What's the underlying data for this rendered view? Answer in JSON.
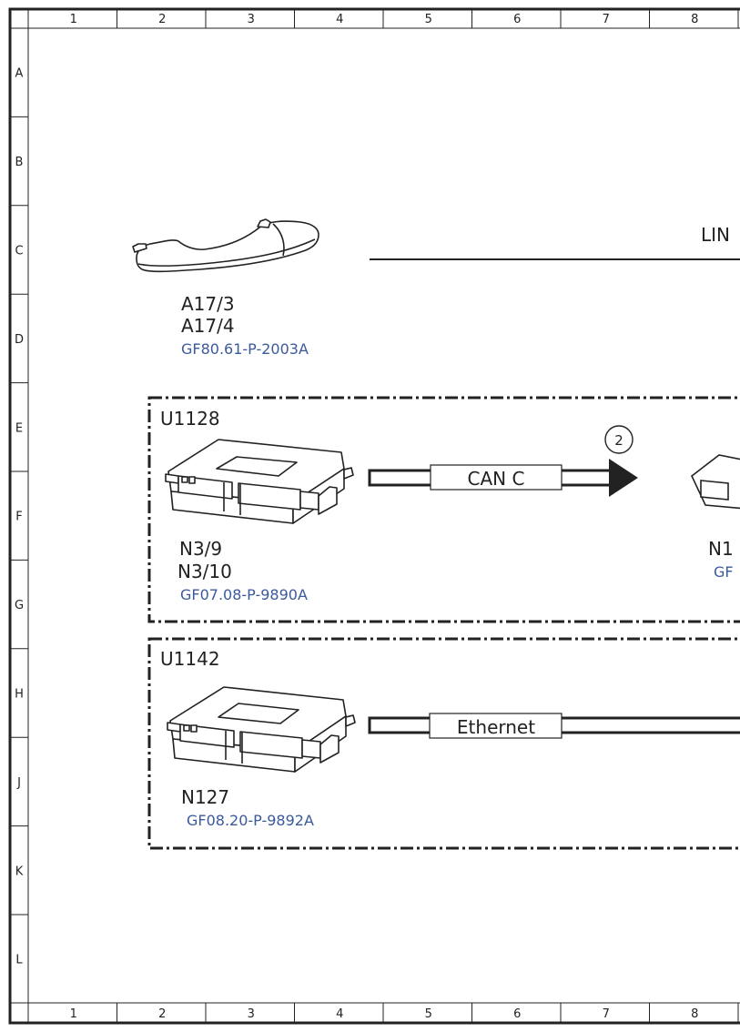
{
  "frame": {
    "columns": [
      "1",
      "2",
      "3",
      "4",
      "5",
      "6",
      "7",
      "8"
    ],
    "rows": [
      "A",
      "B",
      "C",
      "D",
      "E",
      "F",
      "G",
      "H",
      "J",
      "K",
      "L"
    ]
  },
  "components": {
    "door_handle": {
      "labels": [
        "A17/3",
        "A17/4"
      ],
      "ref": "GF80.61-P-2003A",
      "bus_label": "LIN"
    },
    "group_u1128": {
      "group_label": "U1128",
      "labels": [
        "N3/9",
        "N3/10"
      ],
      "ref": "GF07.08-P-9890A",
      "bus_label": "CAN C",
      "callout": "2",
      "right_label_partial": "N1",
      "right_ref_partial": "GF"
    },
    "group_u1142": {
      "group_label": "U1142",
      "labels": [
        "N127"
      ],
      "ref": "GF08.20-P-9892A",
      "bus_label": "Ethernet"
    }
  },
  "colors": {
    "line": "#222222",
    "reference": "#3a5a9c",
    "background": "#ffffff"
  }
}
